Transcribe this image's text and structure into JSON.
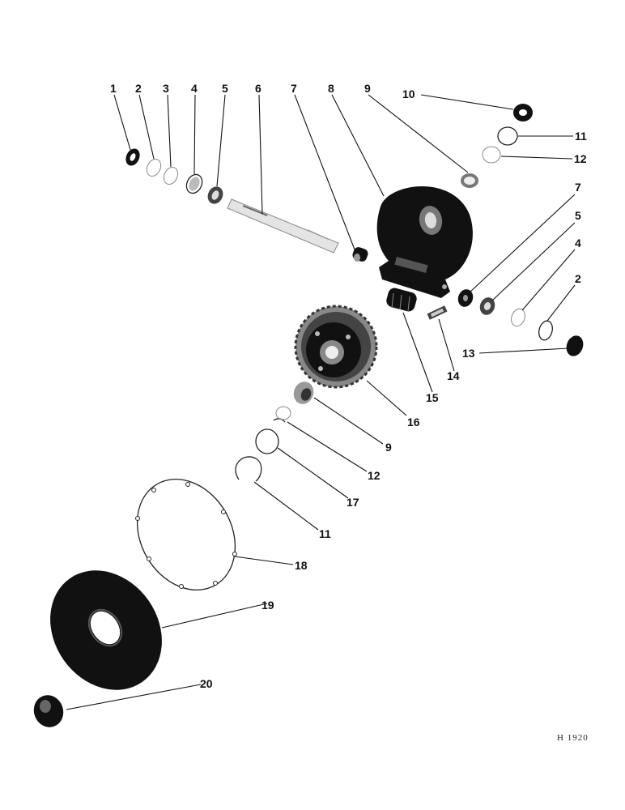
{
  "figure_ref": "H 1920",
  "callouts": {
    "c1": "1",
    "c2a": "2",
    "c3": "3",
    "c4a": "4",
    "c5a": "5",
    "c6": "6",
    "c7a": "7",
    "c8": "8",
    "c9a": "9",
    "c10": "10",
    "c11a": "11",
    "c12a": "12",
    "c7b": "7",
    "c5b": "5",
    "c4b": "4",
    "c2b": "2",
    "c13": "13",
    "c14": "14",
    "c15": "15",
    "c16": "16",
    "c9b": "9",
    "c12b": "12",
    "c17": "17",
    "c11b": "11",
    "c18": "18",
    "c19": "19",
    "c20": "20"
  }
}
